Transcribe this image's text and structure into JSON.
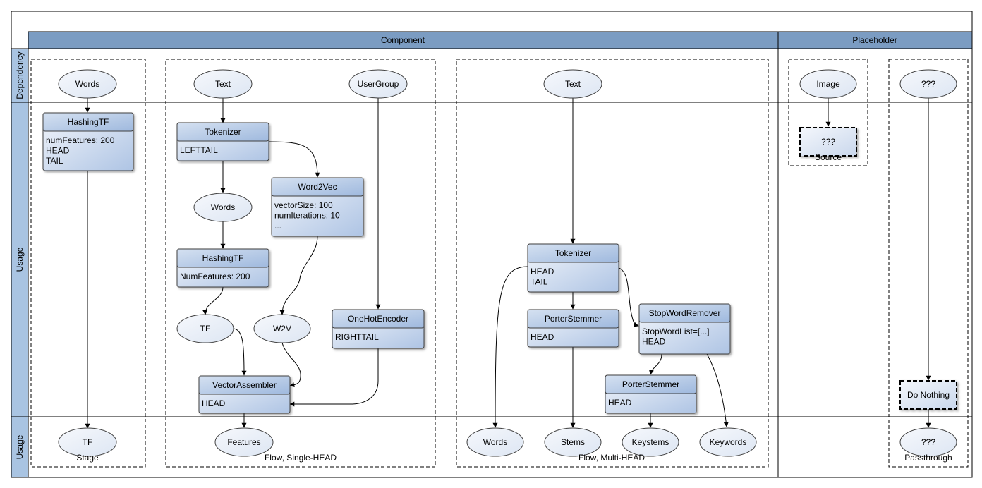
{
  "columns": {
    "component": "Component",
    "placeholder": "Placeholder"
  },
  "lanes": {
    "dependency": "Dependency",
    "usage_mid": "Usage",
    "usage_bottom": "Usage"
  },
  "groups": {
    "stage": "Stage",
    "flow_single": "Flow, Single-HEAD",
    "flow_multi": "Flow, Multi-HEAD",
    "source": "Source",
    "passthrough": "Passthrough"
  },
  "ellipses": {
    "g1_words": "Words",
    "g1_tf": "TF",
    "g2_text": "Text",
    "g2_usergroup": "UserGroup",
    "g2_words": "Words",
    "g2_tf": "TF",
    "g2_w2v": "W2V",
    "g2_features": "Features",
    "g3_text": "Text",
    "g3_words": "Words",
    "g3_stems": "Stems",
    "g3_keystems": "Keystems",
    "g3_keywords": "Keywords",
    "g4_image": "Image",
    "g5_q_top": "???",
    "g5_q_bottom": "???"
  },
  "boxes": {
    "g1_hashingtf": {
      "title": "HashingTF",
      "lines": [
        "numFeatures: 200",
        "HEAD",
        "TAIL"
      ]
    },
    "g2_tokenizer": {
      "title": "Tokenizer",
      "lines": [
        "LEFTTAIL"
      ]
    },
    "g2_word2vec": {
      "title": "Word2Vec",
      "lines": [
        "vectorSize: 100",
        "numIterations: 10",
        "..."
      ]
    },
    "g2_hashingtf": {
      "title": "HashingTF",
      "lines": [
        "NumFeatures: 200"
      ]
    },
    "g2_onehot": {
      "title": "OneHotEncoder",
      "lines": [
        "RIGHTTAIL"
      ]
    },
    "g2_vectorassembler": {
      "title": "VectorAssembler",
      "lines": [
        "HEAD"
      ]
    },
    "g3_tokenizer": {
      "title": "Tokenizer",
      "lines": [
        "HEAD",
        "TAIL"
      ]
    },
    "g3_porterstemmer": {
      "title": "PorterStemmer",
      "lines": [
        "HEAD"
      ]
    },
    "g3_stopword": {
      "title": "StopWordRemover",
      "lines": [
        "StopWordList=[...]",
        "HEAD"
      ]
    },
    "g3_porterstemmer2": {
      "title": "PorterStemmer",
      "lines": [
        "HEAD"
      ]
    }
  },
  "placeholders": {
    "source_box": "???",
    "do_nothing": "Do Nothing"
  },
  "colors": {
    "header": "#7b9cc2",
    "lane": "#a9c4e2",
    "node_fill_light": "#eef3fb",
    "node_fill_dark": "#b3c8e6",
    "stroke": "#404040"
  }
}
